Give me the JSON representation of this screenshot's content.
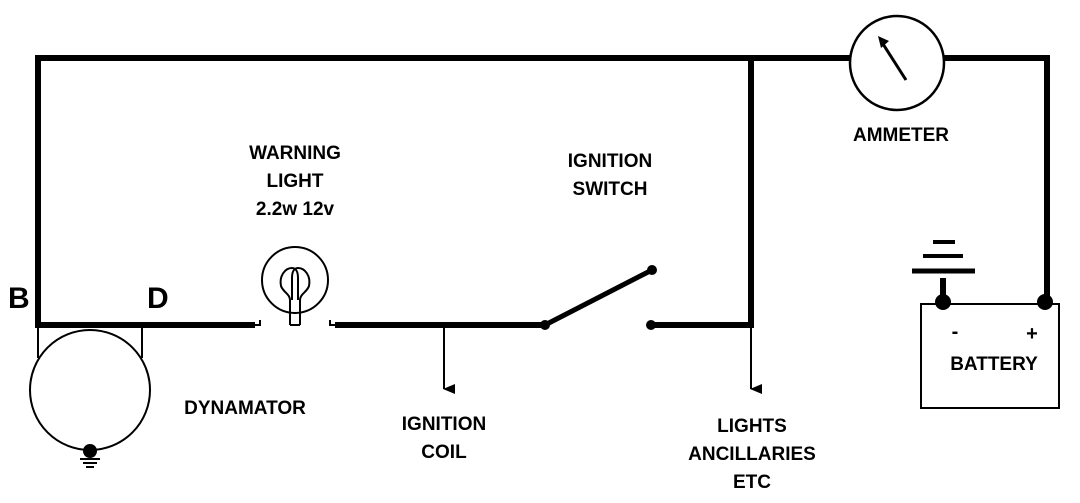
{
  "diagram": {
    "terminals": {
      "b": "B",
      "d": "D"
    },
    "warning_light": {
      "line1": "WARNING",
      "line2": "LIGHT",
      "line3": "2.2w 12v"
    },
    "ignition_switch": {
      "line1": "IGNITION",
      "line2": "SWITCH"
    },
    "ammeter": {
      "label": "AMMETER"
    },
    "battery": {
      "label": "BATTERY",
      "neg": "-",
      "pos": "+"
    },
    "dynamator": {
      "label": "DYNAMATOR"
    },
    "ignition_coil": {
      "line1": "IGNITION",
      "line2": "COIL"
    },
    "lights": {
      "line1": "LIGHTS",
      "line2": "ANCILLARIES",
      "line3": "ETC"
    }
  },
  "colors": {
    "ink": "#000000",
    "background": "#ffffff"
  }
}
